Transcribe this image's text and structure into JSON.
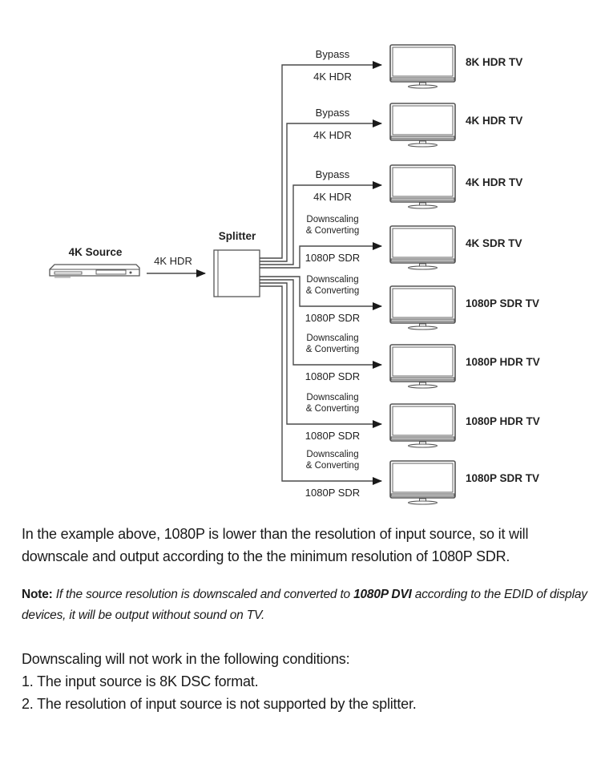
{
  "diagram": {
    "source": {
      "label": "4K Source",
      "icon": "blu-ray-player-icon"
    },
    "input_signal": "4K HDR",
    "splitter": {
      "label": "Splitter",
      "icon": "splitter-box-icon"
    },
    "outputs": [
      {
        "mode_line1": "Bypass",
        "mode_line2": "",
        "signal": "4K HDR",
        "display": "8K HDR TV"
      },
      {
        "mode_line1": "Bypass",
        "mode_line2": "",
        "signal": "4K HDR",
        "display": "4K HDR TV"
      },
      {
        "mode_line1": "Bypass",
        "mode_line2": "",
        "signal": "4K HDR",
        "display": "4K HDR TV"
      },
      {
        "mode_line1": "Downscaling",
        "mode_line2": "& Converting",
        "signal": "1080P SDR",
        "display": "4K SDR TV"
      },
      {
        "mode_line1": "Downscaling",
        "mode_line2": "& Converting",
        "signal": "1080P SDR",
        "display": "1080P SDR TV"
      },
      {
        "mode_line1": "Downscaling",
        "mode_line2": "& Converting",
        "signal": "1080P SDR",
        "display": "1080P HDR TV"
      },
      {
        "mode_line1": "Downscaling",
        "mode_line2": "& Converting",
        "signal": "1080P SDR",
        "display": "1080P HDR TV"
      },
      {
        "mode_line1": "Downscaling",
        "mode_line2": "& Converting",
        "signal": "1080P SDR",
        "display": "1080P SDR TV"
      }
    ]
  },
  "text": {
    "paragraph1": "In the example above, 1080P is lower than the resolution of input source, so it will downscale and output according to the the minimum resolution of 1080P SDR.",
    "note": {
      "label": "Note:",
      "italic_before": " If the source resolution is downscaled and converted to ",
      "bold_italic": "1080P DVI",
      "italic_after": " according to the EDID of display devices, it will be output without sound on TV."
    },
    "conditions_intro": "Downscaling will not work in the following conditions:",
    "conditions": [
      "1. The input source is 8K DSC format.",
      "2. The resolution of input source is not supported by the splitter."
    ]
  }
}
